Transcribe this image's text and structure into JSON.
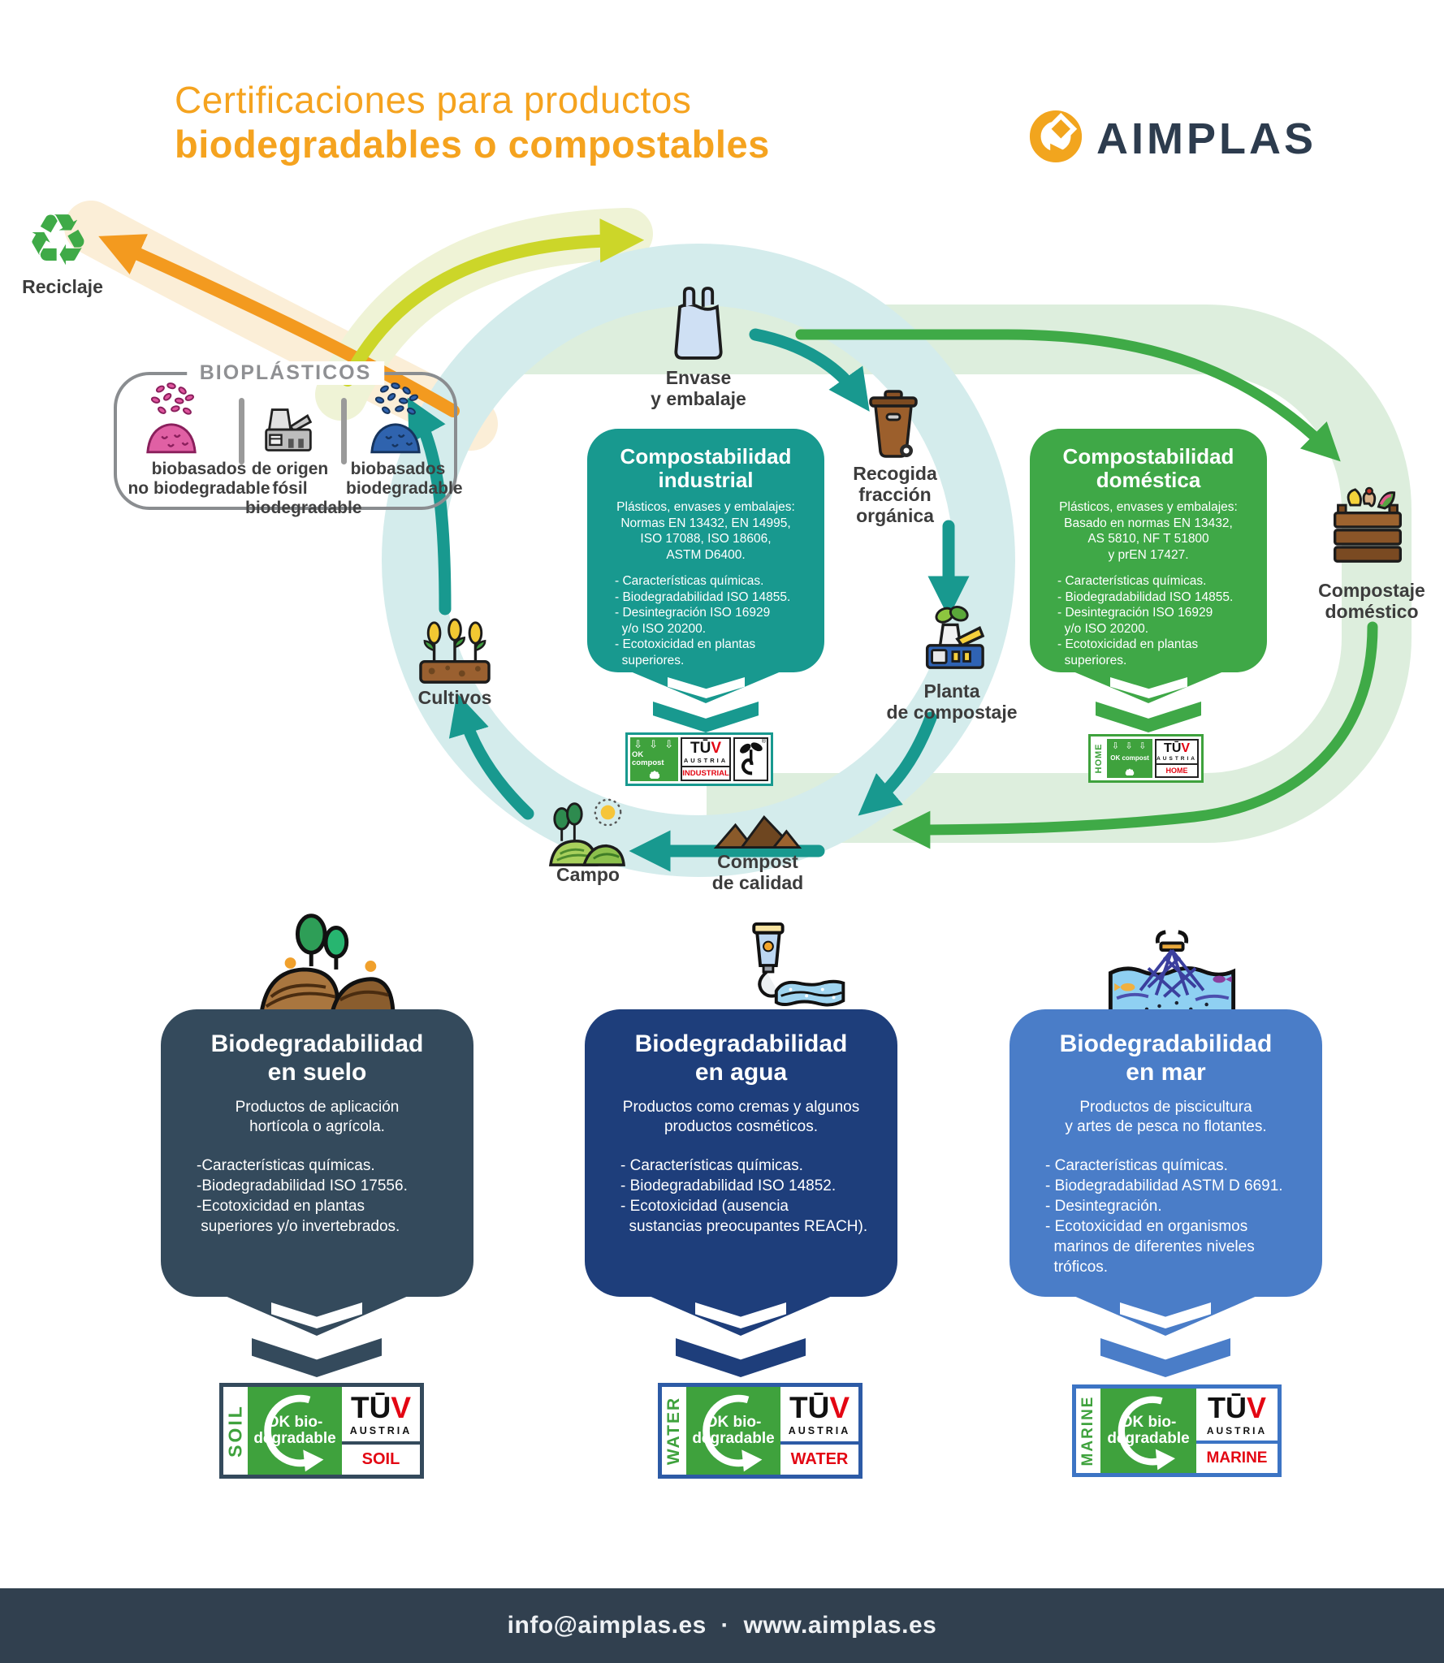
{
  "title": {
    "line1": "Certificaciones para productos",
    "line2": "biodegradables o compostables"
  },
  "brand": {
    "name": "AIMPLAS"
  },
  "cycle": {
    "recycle_label": "Reciclaje",
    "bioplastics": {
      "label": "BIOPLÁSTICOS",
      "items": [
        {
          "label": "biobasados\nno biodegradable",
          "icon": "pink-pellets-mound-icon"
        },
        {
          "label": "de origen fósil\nbiodegradable",
          "icon": "factory-icon"
        },
        {
          "label": "biobasados\nbiodegradable",
          "icon": "blue-pellets-mound-icon"
        }
      ]
    },
    "nodes": {
      "envase": "Envase\ny embalaje",
      "recogida": "Recogida\nfracción\norgánica",
      "planta": "Planta\nde compostaje",
      "compostaje_domestico": "Compostaje\ndoméstico",
      "compost_calidad": "Compost\nde calidad",
      "campo": "Campo",
      "cultivos": "Cultivos"
    }
  },
  "industrial_box": {
    "title": "Compostabilidad\nindustrial",
    "intro": "Plásticos, envases y embalajes:\nNormas EN 13432, EN 14995,\nISO 17088, ISO 18606,\nASTM D6400.",
    "bullets": [
      "- Características químicas.",
      "- Biodegradabilidad  ISO 14855.",
      "- Desintegración ISO 16929\n  y/o ISO 20200.",
      "- Ecotoxicidad en plantas\n  superiores."
    ]
  },
  "domestic_box": {
    "title": "Compostabilidad\ndoméstica",
    "intro": "Plásticos, envases y embalajes:\nBasado en normas EN 13432,\nAS 5810, NF T 51800\ny prEN 17427.",
    "bullets": [
      "- Características químicas.",
      "- Biodegradabilidad  ISO 14855.",
      "- Desintegración ISO 16929\n  y/o ISO 20200.",
      "- Ecotoxicidad en plantas\n  superiores."
    ]
  },
  "badges": {
    "industrial": {
      "arrows": "⇩ ⇩ ⇩",
      "ok_label": "OK compost",
      "tuv": "TŪ",
      "tuv_v": "V",
      "austria": "AUSTRIA",
      "category": "INDUSTRIAL",
      "registered": "®"
    },
    "home": {
      "side": "HOME",
      "arrows": "⇩ ⇩ ⇩",
      "ok_label": "OK compost",
      "tuv": "TŪ",
      "tuv_v": "V",
      "austria": "AUSTRIA",
      "category": "HOME"
    }
  },
  "sections": [
    {
      "title": "Biodegradabilidad\nen suelo",
      "intro": "Productos de aplicación\nhortícola o agrícola.",
      "bullets": [
        "-Características químicas.",
        "-Biodegradabilidad ISO 17556.",
        "-Ecotoxicidad en plantas\n superiores y/o invertebrados.",
        ""
      ],
      "badge": {
        "side": "SOIL",
        "ok_label": "OK bio-\ndegradable",
        "tuv": "TŪ",
        "tuv_v": "V",
        "austria": "AUSTRIA",
        "category": "SOIL"
      }
    },
    {
      "title": "Biodegradabilidad\nen agua",
      "intro": "Productos como cremas y algunos\nproductos cosméticos.",
      "bullets": [
        "- Características químicas.",
        "- Biodegradabilidad  ISO 14852.",
        "- Ecotoxicidad (ausencia\n  sustancias preocupantes REACH).",
        ""
      ],
      "badge": {
        "side": "WATER",
        "ok_label": "OK bio-\ndegradable",
        "tuv": "TŪ",
        "tuv_v": "V",
        "austria": "AUSTRIA",
        "category": "WATER"
      }
    },
    {
      "title": "Biodegradabilidad\nen mar",
      "intro": "Productos de piscicultura\ny artes de pesca no flotantes.",
      "bullets": [
        "- Características químicas.",
        "- Biodegradabilidad ASTM D 6691.",
        "- Desintegración.",
        "- Ecotoxicidad en organismos\n  marinos de diferentes niveles\n  tróficos."
      ],
      "badge": {
        "side": "MARINE",
        "ok_label": "OK bio-\ndegradable",
        "tuv": "TŪ",
        "tuv_v": "V",
        "austria": "AUSTRIA",
        "category": "MARINE"
      }
    }
  ],
  "footer": {
    "text": "info@aimplas.es  ·  www.aimplas.es"
  },
  "colors": {
    "orange": "#f5a31f",
    "teal": "#18998f",
    "teal_light": "#d4ecec",
    "green": "#3faa47",
    "green_light": "#ddeedd",
    "ok_green": "#3fa23d",
    "navy": "#344a5c",
    "blue_dark": "#1e3e7b",
    "blue": "#4a7dc8",
    "footer_bar": "#31404f",
    "yellow": "#ccd629",
    "tuv_red": "#e30613",
    "brand_navy": "#2d3c4e"
  }
}
